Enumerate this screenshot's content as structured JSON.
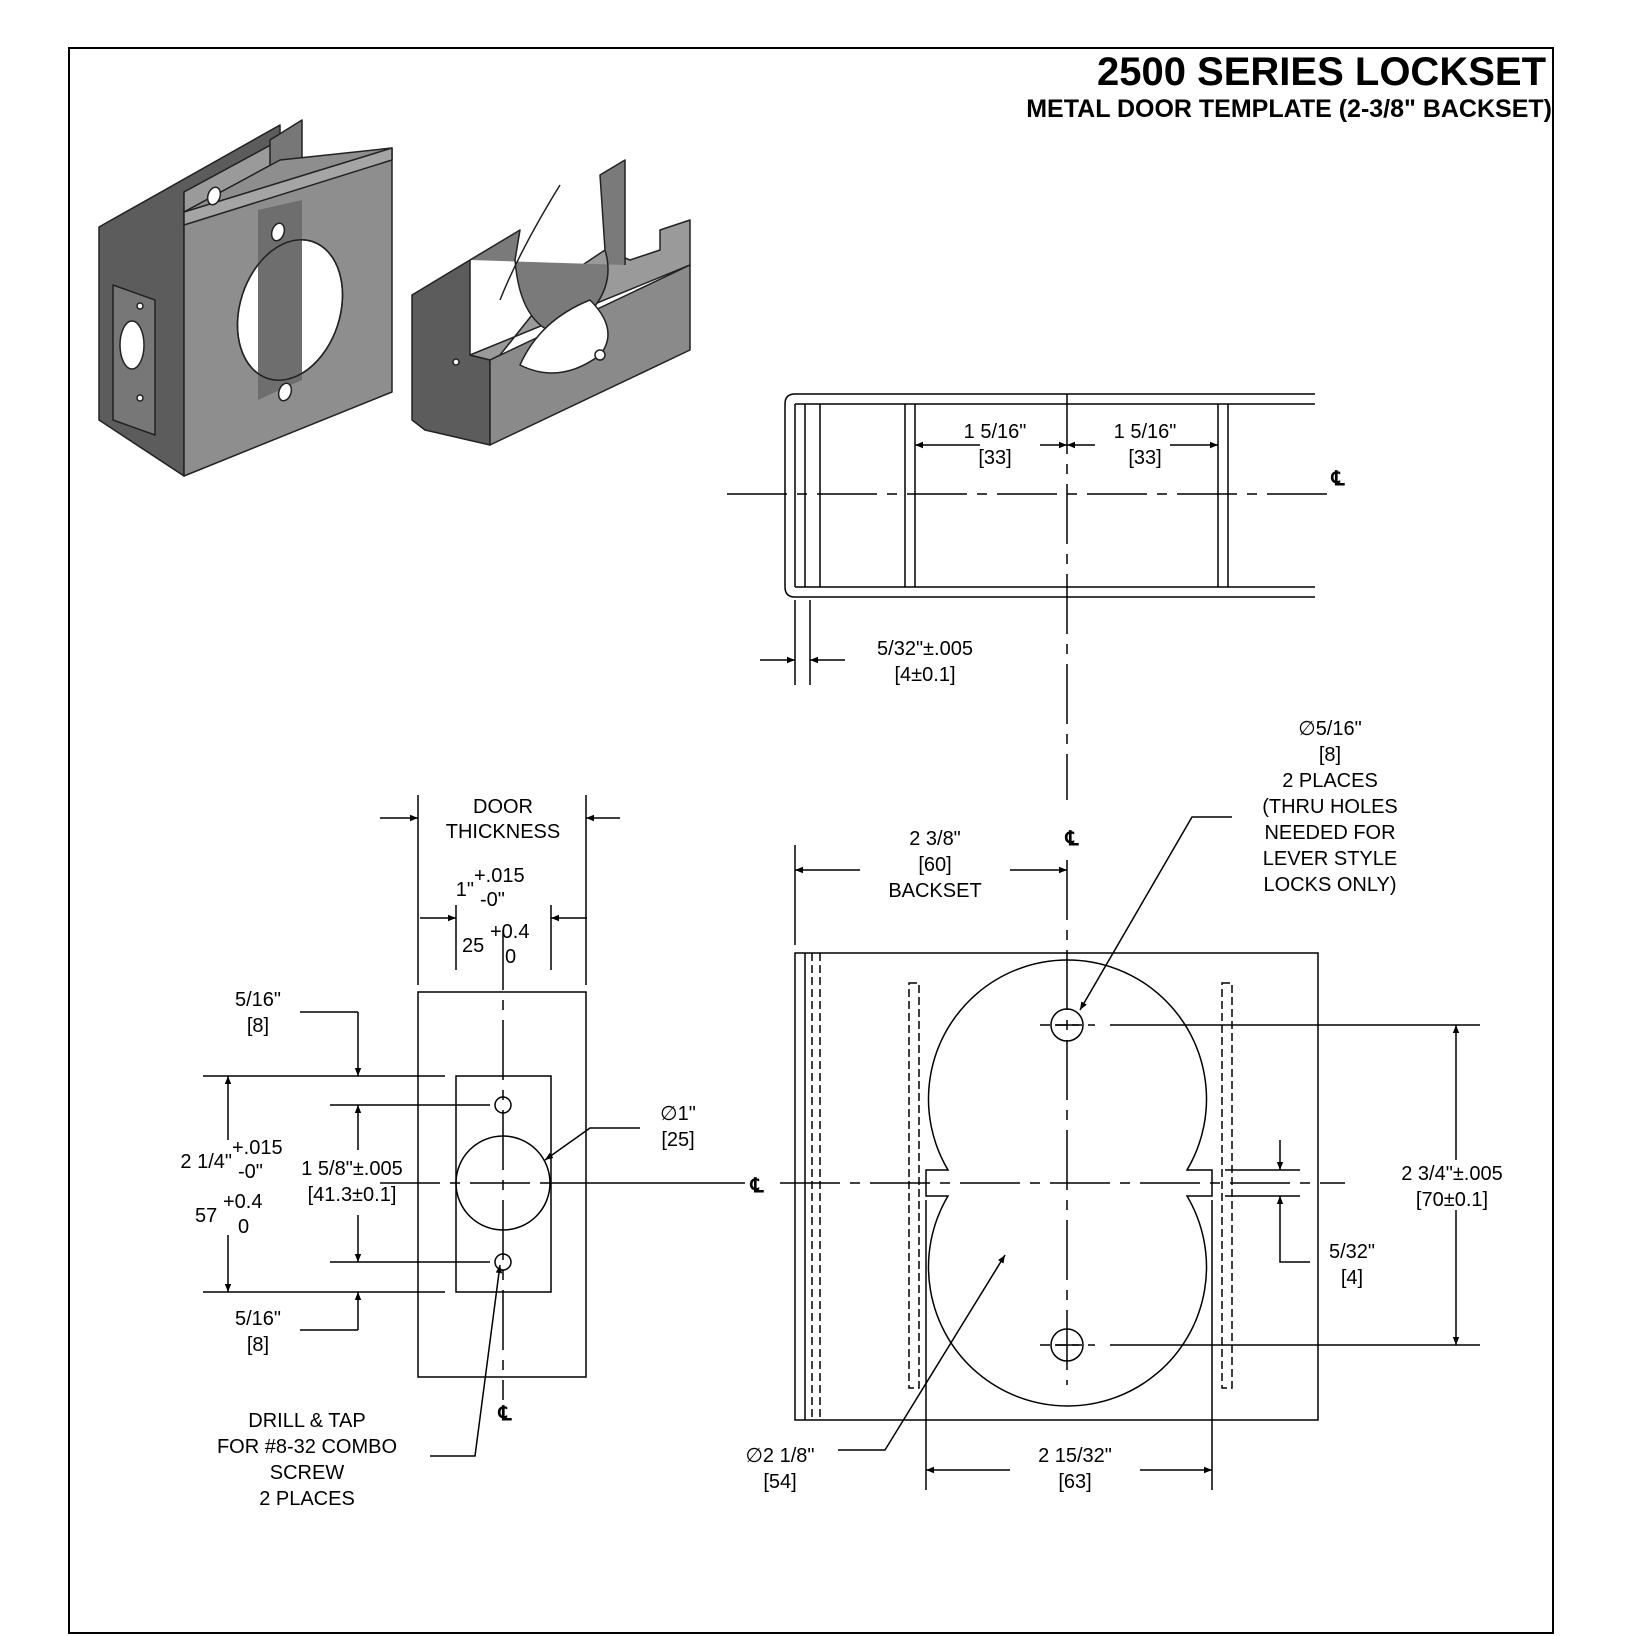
{
  "title": "2500 SERIES LOCKSET",
  "subtitle": "METAL DOOR TEMPLATE (2-3/8\" BACKSET)",
  "centerline_symbol": "℄",
  "top_view": {
    "dim_left": "1 5/16\"",
    "dim_left_mm": "[33]",
    "dim_right": "1 5/16\"",
    "dim_right_mm": "[33]",
    "wall": "5/32\"±.005",
    "wall_mm": "[4±0.1]"
  },
  "side_view": {
    "door_thickness_1": "DOOR",
    "door_thickness_2": "THICKNESS",
    "width_a": "1\"",
    "width_tol_hi": "+.015",
    "width_tol_lo": "-0\"",
    "width_mm": "25",
    "width_mm_hi": "+0.4",
    "width_mm_lo": "0",
    "top_offset": "5/16\"",
    "top_offset_mm": "[8]",
    "bottom_offset": "5/16\"",
    "bottom_offset_mm": "[8]",
    "height_a": "2 1/4\"",
    "height_tol_hi": "+.015",
    "height_tol_lo": "-0\"",
    "height_mm": "57",
    "height_mm_hi": "+0.4",
    "height_mm_lo": "0",
    "hole_spacing": "1 5/8\"±.005",
    "hole_spacing_mm": "[41.3±0.1]",
    "bore": "∅1\"",
    "bore_mm": "[25]",
    "drill_1": "DRILL & TAP",
    "drill_2": "FOR #8-32 COMBO",
    "drill_3": "SCREW",
    "drill_4": "2 PLACES"
  },
  "front_view": {
    "thru_1": "∅5/16\"",
    "thru_2": "[8]",
    "thru_3": "2 PLACES",
    "thru_4": "(THRU HOLES",
    "thru_5": "NEEDED FOR",
    "thru_6": "LEVER STYLE",
    "thru_7": "LOCKS ONLY)",
    "backset": "2 3/8\"",
    "backset_mm": "[60]",
    "backset_label": "BACKSET",
    "height": "2 3/4\"±.005",
    "height_mm": "[70±0.1]",
    "notch": "5/32\"",
    "notch_mm": "[4]",
    "bore": "∅2 1/8\"",
    "bore_mm": "[54]",
    "notch_width": "2 15/32\"",
    "notch_width_mm": "[63]"
  }
}
